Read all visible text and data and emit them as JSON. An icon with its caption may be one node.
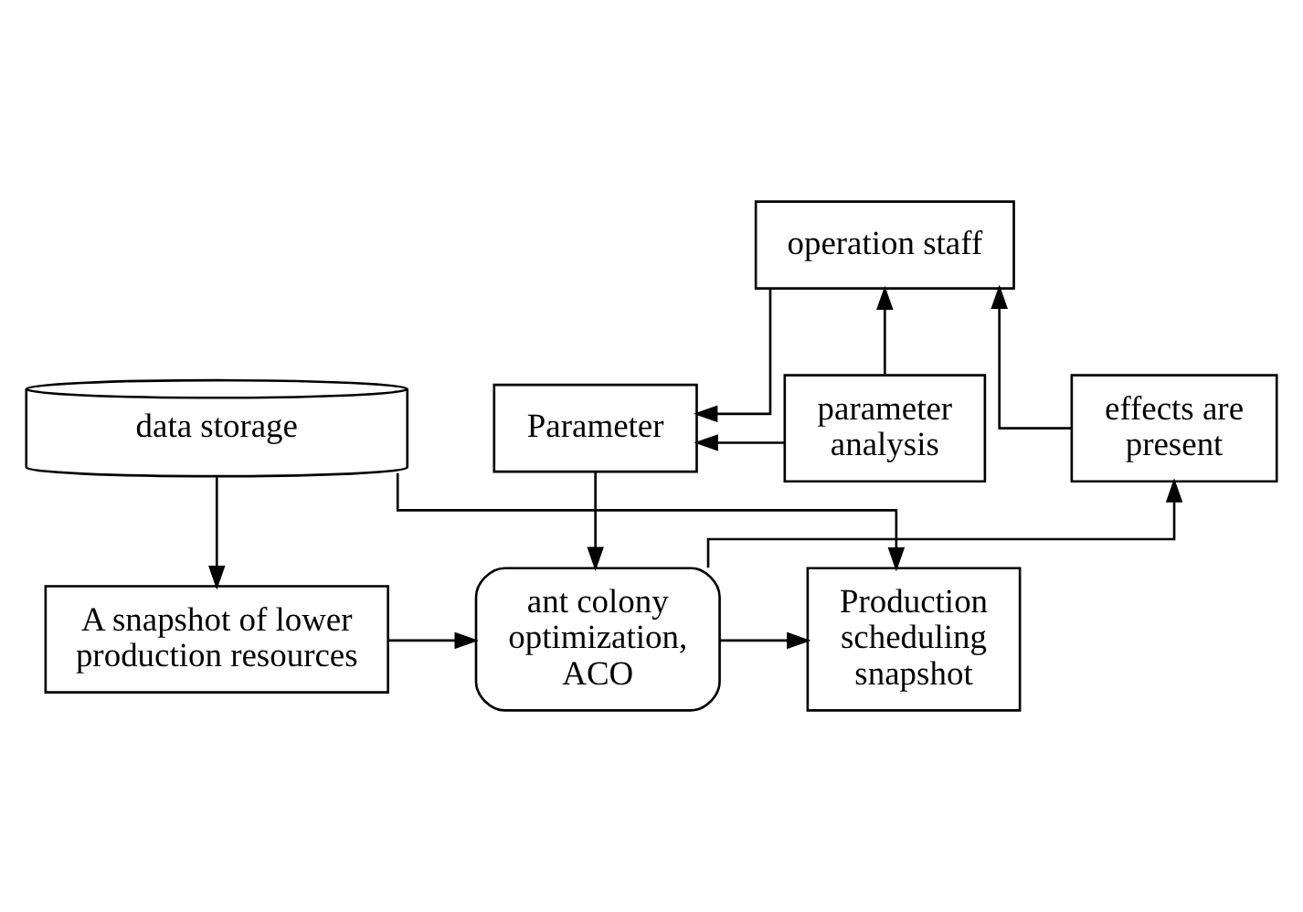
{
  "diagram": {
    "nodes": [
      {
        "text": [
          "operation staff"
        ]
      },
      {
        "text": [
          "effects are present"
        ]
      },
      {
        "text": [
          "Parameter"
        ]
      },
      {
        "text": [
          "parameter analysis"
        ]
      },
      {
        "text": [
          "A snapshot of lower production resources"
        ]
      },
      {
        "text": [
          "ant colony optimization, ACO"
        ]
      },
      {
        "text": [
          "Production scheduling snapshot"
        ]
      },
      {
        "text": [
          "data storage"
        ]
      }
    ],
    "edges": [
      {
        "from": 1,
        "to": 0,
        "arrow": "to"
      },
      {
        "from": 3,
        "to": 0,
        "arrow": "to"
      },
      {
        "from": 0,
        "to": 2,
        "arrow": "to"
      },
      {
        "from": 3,
        "to": 2,
        "arrow": "to"
      },
      {
        "from": 2,
        "to": 5,
        "arrow": "to"
      },
      {
        "from": 5,
        "to": 1,
        "arrow": "to"
      },
      {
        "from": 4,
        "to": 5,
        "arrow": "to"
      },
      {
        "from": 5,
        "to": 6,
        "arrow": "to"
      },
      {
        "from": 7,
        "to": 4,
        "arrow": "to"
      },
      {
        "from": 7,
        "to": 6,
        "arrow": "to"
      }
    ]
  }
}
